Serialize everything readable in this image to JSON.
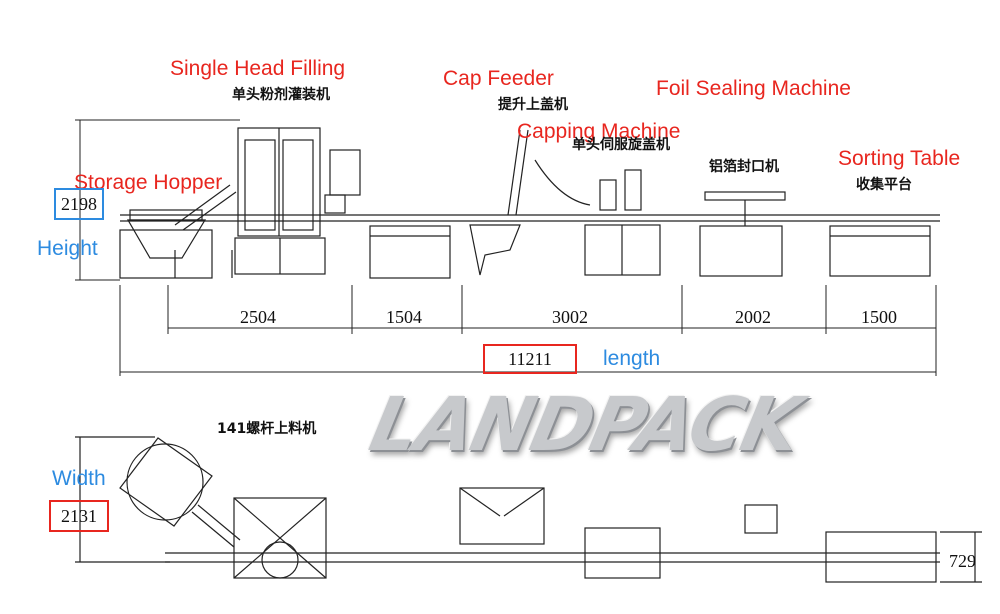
{
  "labels": {
    "single_head_filling": "Single Head Filling",
    "single_head_filling_cn": "单头粉剂灌装机",
    "cap_feeder": "Cap Feeder",
    "cap_feeder_cn": "提升上盖机",
    "capping_machine": "Capping Machine",
    "capping_machine_cn": "单头伺服旋盖机",
    "foil_sealing_machine": "Foil Sealing Machine",
    "foil_sealing_machine_cn": "铝箔封口机",
    "sorting_table": "Sorting Table",
    "sorting_table_cn": "收集平台",
    "storage_hopper": "Storage Hopper",
    "screw_feeder_cn": "141螺杆上料机"
  },
  "dimensions": {
    "height_label": "Height",
    "height_value": "2198",
    "width_label": "Width",
    "width_value": "2131",
    "length_label": "length",
    "length_value": "11211",
    "segments": [
      "2504",
      "1504",
      "3002",
      "2002",
      "1500"
    ],
    "conveyor_width": "729"
  },
  "brand": {
    "logo_text": "LANDPACK"
  },
  "colors": {
    "annotation_red": "#e8261f",
    "annotation_blue": "#2d8be0",
    "line": "#222222"
  }
}
